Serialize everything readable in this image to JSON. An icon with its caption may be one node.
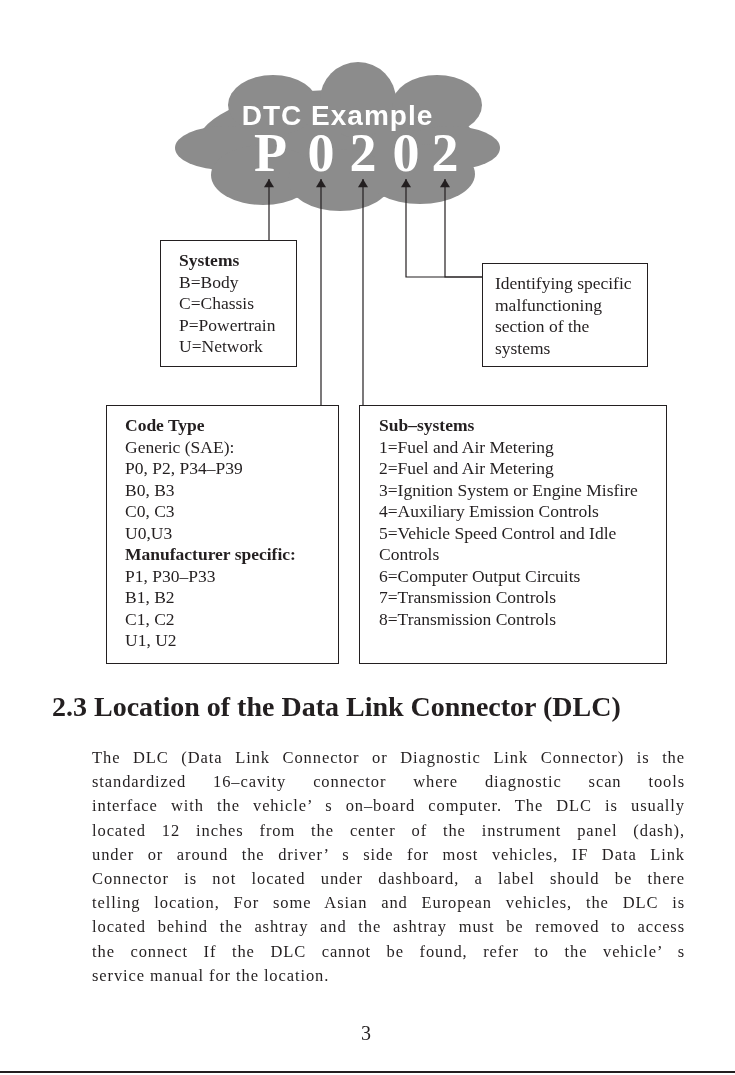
{
  "diagram": {
    "nodes": [
      {
        "text": [
          "DTC Example"
        ]
      },
      {
        "text": [
          "P"
        ],
        "in": 0
      },
      {
        "text": [
          "0"
        ],
        "in": 0
      },
      {
        "text": [
          "2"
        ],
        "in": 0
      },
      {
        "text": [
          "0"
        ],
        "in": 0
      },
      {
        "text": [
          "2"
        ],
        "in": 0
      },
      {
        "text": [
          "Systems",
          "B=Body",
          "C=Chassis",
          "P=Powertrain",
          "U=Network"
        ]
      },
      {
        "text": [
          "Identifying specific malfunctioning section of the systems"
        ]
      },
      {
        "text": [
          "Code Type",
          "Generic (SAE):",
          "P0, P2, P34–P39",
          "B0, B3",
          "C0, C3",
          "U0,U3",
          "Manufacturer specific:",
          "P1, P30–P33",
          "B1, B2",
          "C1, C2",
          "U1, U2"
        ]
      },
      {
        "text": [
          "Sub–systems",
          "1=Fuel and Air Metering",
          "2=Fuel and Air Metering",
          "3=Ignition System or Engine Misfire",
          "4=Auxiliary Emission Controls",
          "5=Vehicle Speed Control and Idle Controls",
          "6=Computer Output Circuits",
          "7=Transmission Controls",
          "8=Transmission Controls"
        ]
      }
    ],
    "edges": [
      {
        "from": 6,
        "to": 1,
        "arrow": "to"
      },
      {
        "from": 8,
        "to": 2,
        "arrow": "to"
      },
      {
        "from": 9,
        "to": 3,
        "arrow": "to"
      },
      {
        "from": 7,
        "to": 4,
        "arrow": "to"
      },
      {
        "from": 7,
        "to": 5,
        "arrow": "to"
      }
    ],
    "labels": [
      "2.3 Location of the Data Link Connector (DLC)",
      "The DLC (Data Link Connector or Diagnostic Link Connector) is the standardized 16–cavity connector where diagnostic scan tools interface with the vehicle’ s on–board computer. The DLC is usually located 12 inches from the center of the instrument panel (dash), under or around the driver’ s side for most vehicles, IF Data Link Connector is not located under dashboard, a label should be there telling location, For some Asian and European vehicles, the DLC is located behind the ashtray and the ashtray must be removed to access the connect If the DLC cannot be found, refer to the vehicle’ s service manual for the location.",
      "3"
    ]
  }
}
